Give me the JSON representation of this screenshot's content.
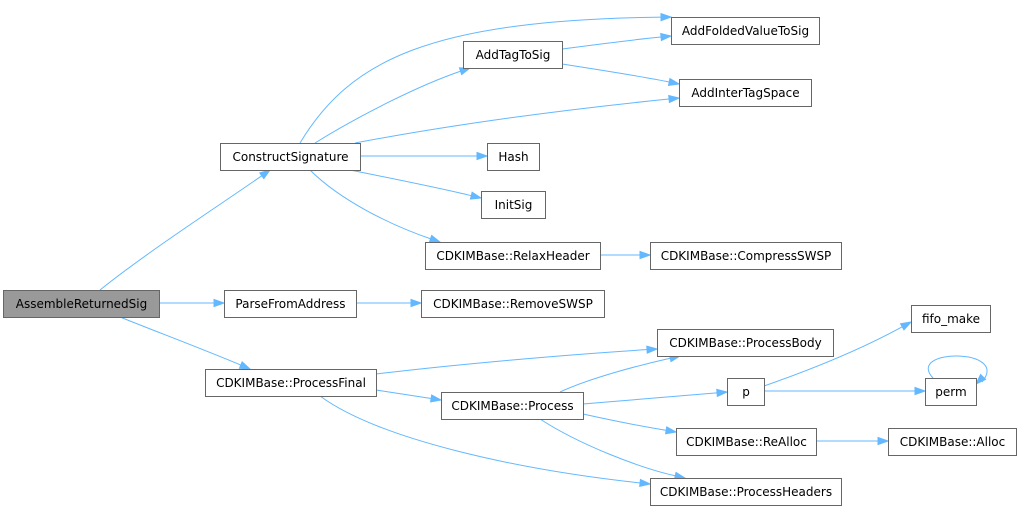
{
  "graph": {
    "nodes": [
      {
        "id": "n_assemble",
        "label": "AssembleReturnedSig",
        "root": true
      },
      {
        "id": "n_construct",
        "label": "ConstructSignature"
      },
      {
        "id": "n_parse",
        "label": "ParseFromAddress"
      },
      {
        "id": "n_procfinal",
        "label": "CDKIMBase::ProcessFinal"
      },
      {
        "id": "n_addtag",
        "label": "AddTagToSig"
      },
      {
        "id": "n_addfolded",
        "label": "AddFoldedValueToSig"
      },
      {
        "id": "n_addinter",
        "label": "AddInterTagSpace"
      },
      {
        "id": "n_hash",
        "label": "Hash"
      },
      {
        "id": "n_initsig",
        "label": "InitSig"
      },
      {
        "id": "n_relax",
        "label": "CDKIMBase::RelaxHeader"
      },
      {
        "id": "n_compress",
        "label": "CDKIMBase::CompressSWSP"
      },
      {
        "id": "n_remove",
        "label": "CDKIMBase::RemoveSWSP"
      },
      {
        "id": "n_process",
        "label": "CDKIMBase::Process"
      },
      {
        "id": "n_procbody",
        "label": "CDKIMBase::ProcessBody"
      },
      {
        "id": "n_procheaders",
        "label": "CDKIMBase::ProcessHeaders"
      },
      {
        "id": "n_p",
        "label": "p"
      },
      {
        "id": "n_realloc",
        "label": "CDKIMBase::ReAlloc"
      },
      {
        "id": "n_alloc",
        "label": "CDKIMBase::Alloc"
      },
      {
        "id": "n_fifo",
        "label": "fifo_make"
      },
      {
        "id": "n_perm",
        "label": "perm"
      }
    ],
    "edges": [
      {
        "from": "n_assemble",
        "to": "n_construct"
      },
      {
        "from": "n_assemble",
        "to": "n_parse"
      },
      {
        "from": "n_assemble",
        "to": "n_procfinal"
      },
      {
        "from": "n_construct",
        "to": "n_addtag"
      },
      {
        "from": "n_construct",
        "to": "n_addfolded"
      },
      {
        "from": "n_construct",
        "to": "n_addinter"
      },
      {
        "from": "n_construct",
        "to": "n_hash"
      },
      {
        "from": "n_construct",
        "to": "n_initsig"
      },
      {
        "from": "n_construct",
        "to": "n_relax"
      },
      {
        "from": "n_addtag",
        "to": "n_addfolded"
      },
      {
        "from": "n_addtag",
        "to": "n_addinter"
      },
      {
        "from": "n_relax",
        "to": "n_compress"
      },
      {
        "from": "n_parse",
        "to": "n_remove"
      },
      {
        "from": "n_procfinal",
        "to": "n_procbody"
      },
      {
        "from": "n_procfinal",
        "to": "n_process"
      },
      {
        "from": "n_procfinal",
        "to": "n_procheaders"
      },
      {
        "from": "n_process",
        "to": "n_procbody"
      },
      {
        "from": "n_process",
        "to": "n_p"
      },
      {
        "from": "n_process",
        "to": "n_realloc"
      },
      {
        "from": "n_process",
        "to": "n_procheaders"
      },
      {
        "from": "n_p",
        "to": "n_fifo"
      },
      {
        "from": "n_p",
        "to": "n_perm"
      },
      {
        "from": "n_perm",
        "to": "n_perm"
      },
      {
        "from": "n_realloc",
        "to": "n_alloc"
      }
    ]
  },
  "colors": {
    "edge": "#63b8ff",
    "node_border": "#666666",
    "root_fill": "#999999",
    "node_fill": "#ffffff"
  }
}
